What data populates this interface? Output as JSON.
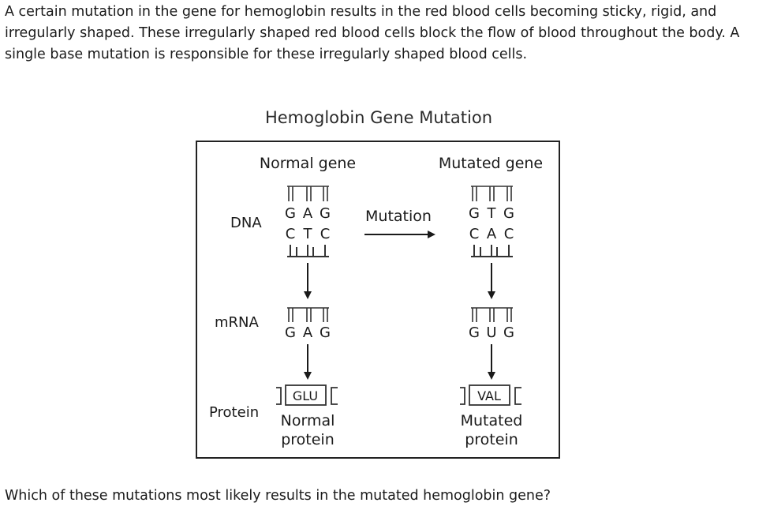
{
  "intro_text": "A certain mutation in the gene for hemoglobin results in the red blood cells becoming sticky, rigid, and irregularly shaped. These irregularly shaped red blood cells block the flow of blood throughout the body. A single base mutation is responsible for these irregularly shaped blood cells.",
  "diagram": {
    "title": "Hemoglobin Gene Mutation",
    "normal_header": "Normal gene",
    "mutated_header": "Mutated gene",
    "row_labels": {
      "dna": "DNA",
      "mrna": "mRNA",
      "protein": "Protein"
    },
    "mutation_label": "Mutation",
    "normal": {
      "dna_top": [
        "G",
        "A",
        "G"
      ],
      "dna_bottom": [
        "C",
        "T",
        "C"
      ],
      "mrna": [
        "G",
        "A",
        "G"
      ],
      "amino_acid": "GLU",
      "protein_line1": "Normal",
      "protein_line2": "protein"
    },
    "mutated": {
      "dna_top": [
        "G",
        "T",
        "G"
      ],
      "dna_bottom": [
        "C",
        "A",
        "C"
      ],
      "mrna": [
        "G",
        "U",
        "G"
      ],
      "amino_acid": "VAL",
      "protein_line1": "Mutated",
      "protein_line2": "protein"
    }
  },
  "question_text": "Which of these mutations most likely results in the mutated hemoglobin gene?"
}
